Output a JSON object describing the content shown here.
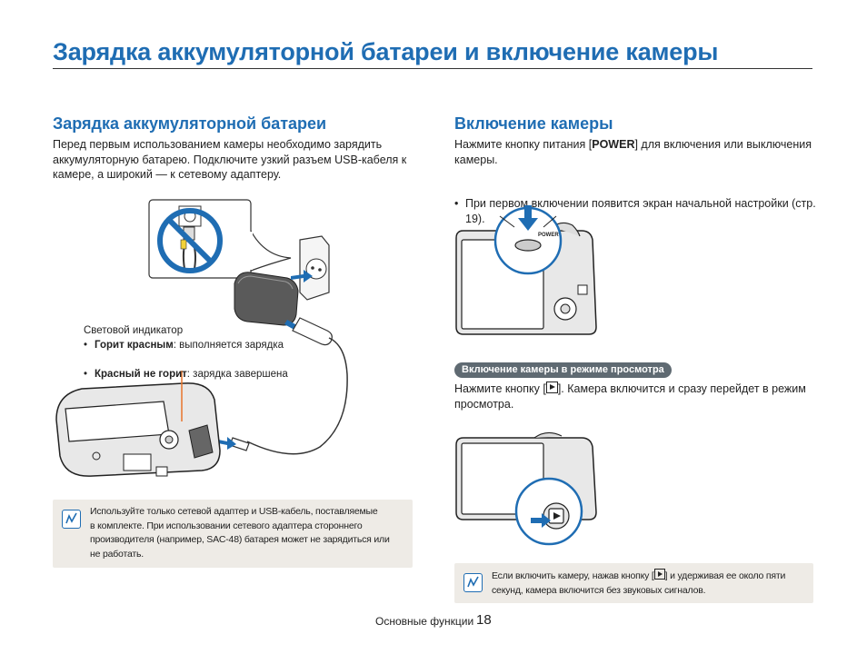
{
  "page_title": "Зарядка аккумуляторной батареи и включение камеры",
  "left": {
    "heading": "Зарядка аккумуляторной батареи",
    "intro": "Перед первым использованием камеры необходимо зарядить аккумуляторную батарею. Подключите узкий разъем USB-кабеля к камере, а широкий — к сетевому адаптеру.",
    "indicator_label": "Световой индикатор",
    "indicator_items": [
      {
        "bold": "Горит красным",
        "rest": ": выполняется зарядка"
      },
      {
        "bold": "Красный не горит",
        "rest": ": зарядка завершена"
      }
    ],
    "note_lines": [
      "Используйте только сетевой адаптер и USB-кабель, поставляемые",
      "в комплекте. При использовании сетевого адаптера стороннего",
      "производителя (например, SAC-48) батарея может не зарядиться или",
      "не работать."
    ]
  },
  "right": {
    "heading": "Включение камеры",
    "p1_before": "Нажмите кнопку питания [",
    "p1_bold": "POWER",
    "p1_after": "] для включения или выключения камеры.",
    "bullet1": "При первом включении появится экран начальной настройки (стр. 19).",
    "power_label": "POWER",
    "badge": "Включение камеры в режиме просмотра",
    "p2_before": "Нажмите кнопку [",
    "p2_after": "]. Камера включится и сразу перейдет в режим просмотра.",
    "note_line1_before": "Если включить камеру, нажав кнопку [",
    "note_line1_after": "] и удерживая ее около пяти",
    "note_line2": "секунд, камера включится без звуковых сигналов."
  },
  "footer": {
    "section": "Основные функции",
    "page_number": "18"
  },
  "colors": {
    "accent": "#1f6db3",
    "prohibited": "#1f6db3",
    "indicator_line": "#e8742a",
    "note_bg": "#eeebe6",
    "badge_bg": "#5f6a72"
  },
  "icons": [
    "note-icon",
    "playback-icon",
    "no-splitter-icon",
    "arrow-icon"
  ]
}
